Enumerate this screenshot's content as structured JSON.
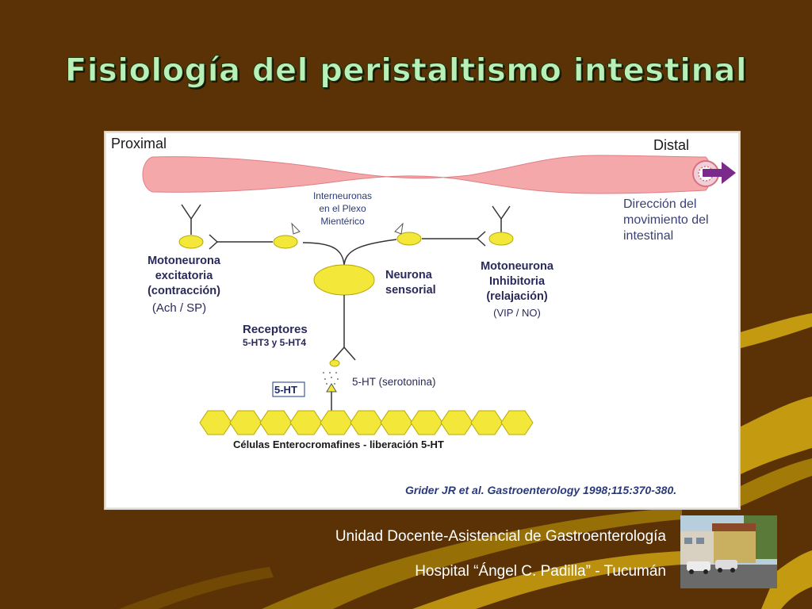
{
  "slide": {
    "title": "Fisiología del peristaltismo intestinal"
  },
  "diagram": {
    "proximal": "Proximal",
    "distal": "Distal",
    "direction": [
      "Dirección del",
      "movimiento del",
      "intestinal"
    ],
    "interneuronas": [
      "Interneuronas",
      "en el Plexo",
      "Mientérico"
    ],
    "motoneurona_excitatoria": [
      "Motoneurona",
      "excitatoria",
      "(contracción)"
    ],
    "excitatoria_transmitters": "(Ach / SP)",
    "neurona_sensorial": [
      "Neurona",
      "sensorial"
    ],
    "motoneurona_inhibitoria": [
      "Motoneurona",
      "Inhibitoria",
      "(relajación)"
    ],
    "inhibitoria_transmitters": "(VIP / NO)",
    "receptores": [
      "Receptores",
      "5-HT3 y 5-HT4"
    ],
    "ht_box": "5-HT",
    "serotonina": "5-HT (serotonina)",
    "celulas": "Células Enterocromafines  - liberación  5-HT",
    "citation": "Grider JR et al. Gastroenterology 1998;115:370-380.",
    "colors": {
      "intestine": "#f4a8aa",
      "neuron": "#f3e83a",
      "arrow": "#7a2a8a",
      "background": "#5a3206",
      "title": "#b8f0b8",
      "swoosh": "#c49a10"
    }
  },
  "footer": {
    "line1": "Unidad Docente-Asistencial de Gastroenterología",
    "line2": "Hospital “Ángel C. Padilla” - Tucumán"
  },
  "photo": {
    "description_icon": "hospital-building-photo"
  }
}
